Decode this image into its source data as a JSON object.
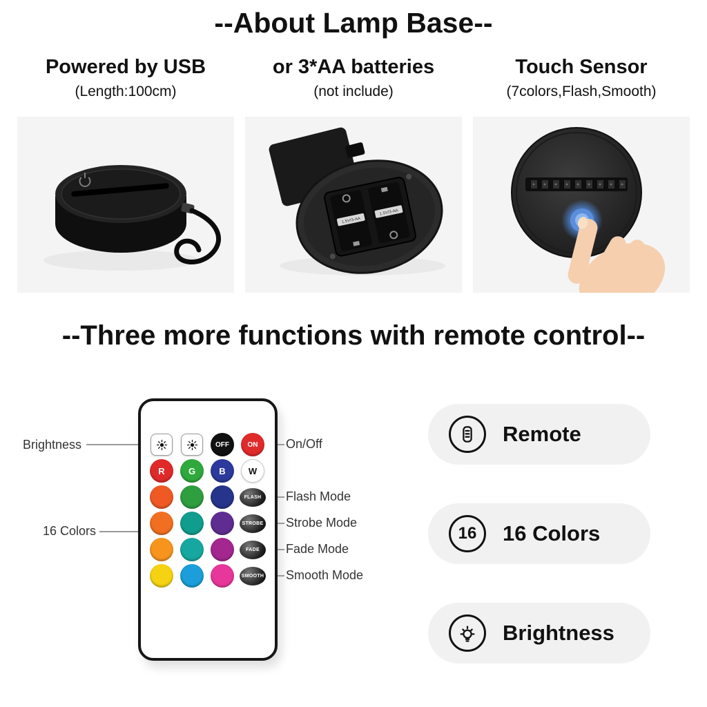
{
  "titles": {
    "about": "--About Lamp Base--",
    "functions": "--Three more functions with remote control--"
  },
  "features": [
    {
      "heading": "Powered by USB",
      "sub": "(Length:100cm)"
    },
    {
      "heading": "or 3*AA batteries",
      "sub": "(not include)",
      "battery_label": "1.5V/3-AA"
    },
    {
      "heading": "Touch Sensor",
      "sub": "(7colors,Flash,Smooth)"
    }
  ],
  "remote": {
    "off_label": "OFF",
    "on_label": "ON",
    "rgbw_row": [
      {
        "label": "R",
        "color": "#e02a2a"
      },
      {
        "label": "G",
        "color": "#2fa93d"
      },
      {
        "label": "B",
        "color": "#2b3a9c"
      },
      {
        "label": "W",
        "color": "#ffffff",
        "text_dark": true
      }
    ],
    "color_rows": [
      {
        "colors": [
          "#ef5a24",
          "#2f9e3f",
          "#27348b"
        ],
        "mode": "FLASH"
      },
      {
        "colors": [
          "#f26f21",
          "#109d8e",
          "#5f2d91"
        ],
        "mode": "STROBE"
      },
      {
        "colors": [
          "#f7941d",
          "#16a8a0",
          "#a3278f"
        ],
        "mode": "FADE"
      },
      {
        "colors": [
          "#f5d313",
          "#1b9ed9",
          "#e8379b"
        ],
        "mode": "SMOOTH"
      }
    ],
    "annotations": {
      "brightness": "Brightness",
      "on_off": "On/Off",
      "flash": "Flash Mode",
      "strobe": "Strobe Mode",
      "fade": "Fade Mode",
      "smooth": "Smooth Mode",
      "colors16": "16 Colors"
    }
  },
  "badges": [
    {
      "label": "Remote"
    },
    {
      "label": "16 Colors",
      "count": "16"
    },
    {
      "label": "Brightness"
    }
  ]
}
